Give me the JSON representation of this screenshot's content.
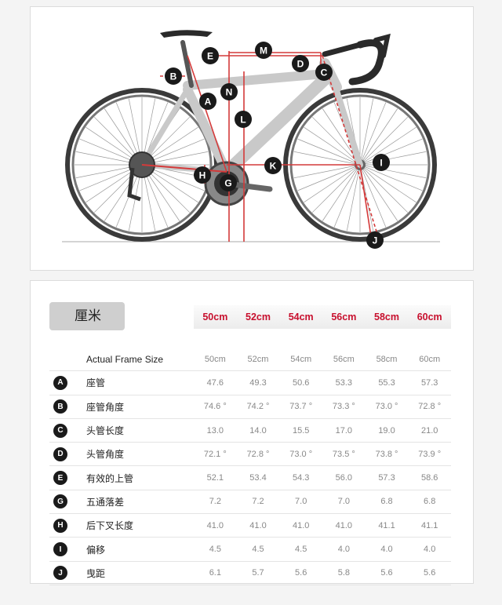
{
  "diagram": {
    "markers": [
      "A",
      "B",
      "C",
      "D",
      "E",
      "G",
      "H",
      "I",
      "J",
      "K",
      "L",
      "M",
      "N"
    ]
  },
  "table": {
    "unit_label": "厘米",
    "sizes": [
      "50cm",
      "52cm",
      "54cm",
      "56cm",
      "58cm",
      "60cm"
    ],
    "rows": [
      {
        "letter": "",
        "label": "Actual Frame Size",
        "values": [
          "50cm",
          "52cm",
          "54cm",
          "56cm",
          "58cm",
          "60cm"
        ]
      },
      {
        "letter": "A",
        "label": "座管",
        "values": [
          "47.6",
          "49.3",
          "50.6",
          "53.3",
          "55.3",
          "57.3"
        ]
      },
      {
        "letter": "B",
        "label": "座管角度",
        "values": [
          "74.6 °",
          "74.2 °",
          "73.7 °",
          "73.3 °",
          "73.0 °",
          "72.8 °"
        ]
      },
      {
        "letter": "C",
        "label": "头管长度",
        "values": [
          "13.0",
          "14.0",
          "15.5",
          "17.0",
          "19.0",
          "21.0"
        ]
      },
      {
        "letter": "D",
        "label": "头管角度",
        "values": [
          "72.1 °",
          "72.8 °",
          "73.0 °",
          "73.5 °",
          "73.8 °",
          "73.9 °"
        ]
      },
      {
        "letter": "E",
        "label": "有效的上管",
        "values": [
          "52.1",
          "53.4",
          "54.3",
          "56.0",
          "57.3",
          "58.6"
        ]
      },
      {
        "letter": "G",
        "label": "五通落差",
        "values": [
          "7.2",
          "7.2",
          "7.0",
          "7.0",
          "6.8",
          "6.8"
        ]
      },
      {
        "letter": "H",
        "label": "后下叉长度",
        "values": [
          "41.0",
          "41.0",
          "41.0",
          "41.0",
          "41.1",
          "41.1"
        ]
      },
      {
        "letter": "I",
        "label": "偏移",
        "values": [
          "4.5",
          "4.5",
          "4.5",
          "4.0",
          "4.0",
          "4.0"
        ]
      },
      {
        "letter": "J",
        "label": "曳距",
        "values": [
          "6.1",
          "5.7",
          "5.6",
          "5.8",
          "5.6",
          "5.6"
        ]
      }
    ]
  }
}
